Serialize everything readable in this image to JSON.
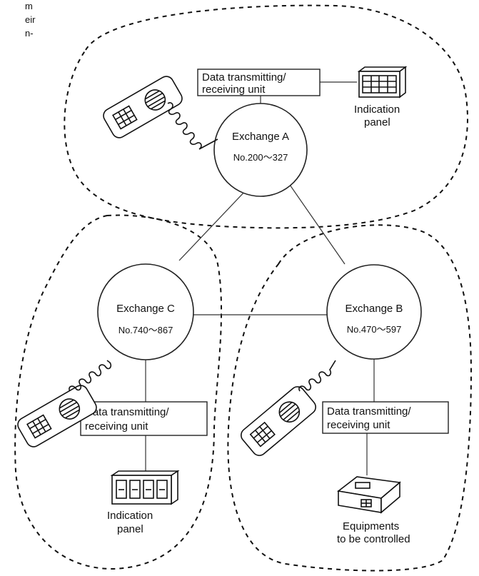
{
  "corner_text": [
    "m",
    "eir",
    "n-"
  ],
  "exchanges": {
    "a": {
      "title": "Exchange A",
      "range": "No.200〜327"
    },
    "b": {
      "title": "Exchange B",
      "range": "No.470〜597"
    },
    "c": {
      "title": "Exchange C",
      "range": "No.740〜867"
    }
  },
  "units": {
    "a": {
      "line1": "Data transmitting/",
      "line2": "receiving unit"
    },
    "b": {
      "line1": "Data transmitting/",
      "line2": "receiving unit"
    },
    "c": {
      "line1": "Data transmitting/",
      "line2": "receiving unit"
    }
  },
  "devices": {
    "indication_a": {
      "line1": "Indication",
      "line2": "panel"
    },
    "indication_c": {
      "line1": "Indication",
      "line2": "panel"
    },
    "equipment_b": {
      "line1": "Equipments",
      "line2": "to be controlled"
    }
  },
  "icons": [
    "telephone-handset-icon",
    "coiled-cord-icon",
    "indication-panel-icon",
    "controlled-equipment-icon"
  ]
}
